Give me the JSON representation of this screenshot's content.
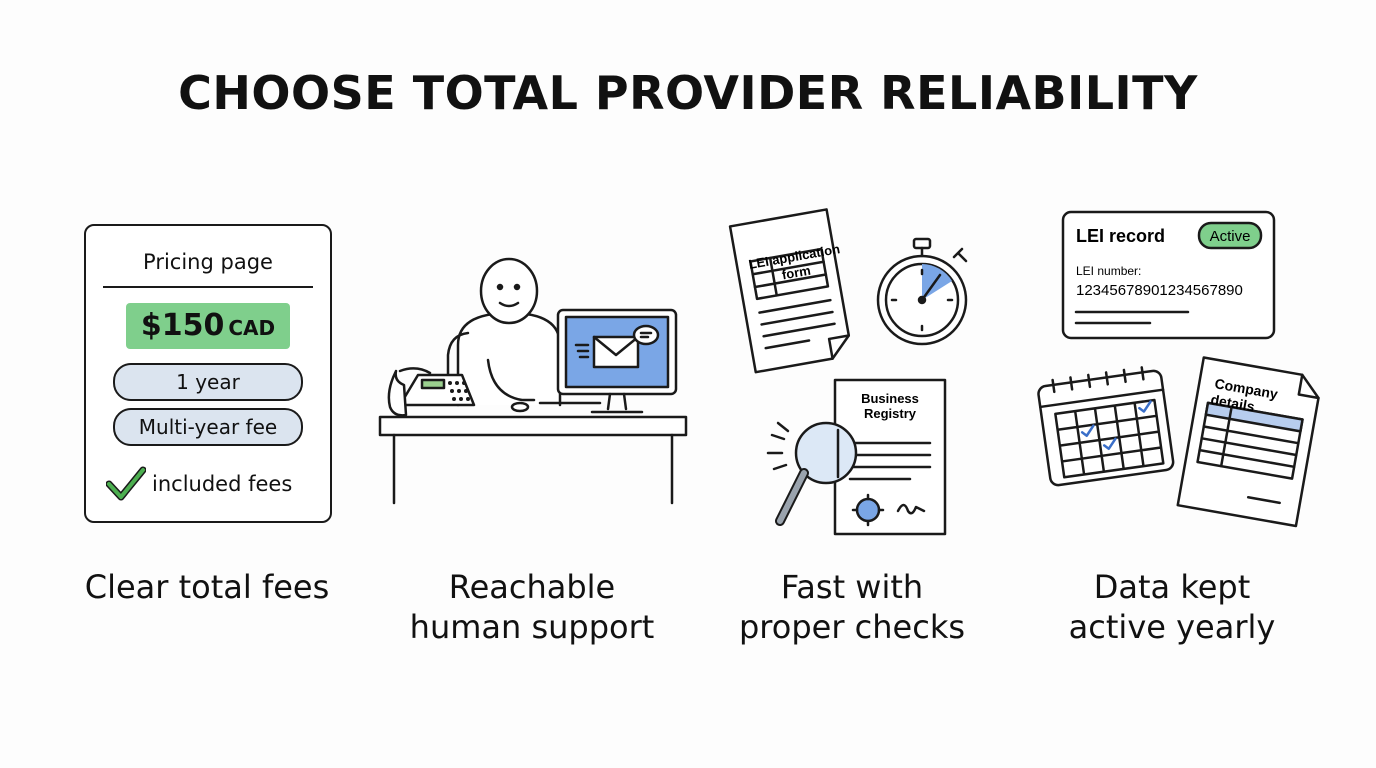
{
  "title": "CHOOSE TOTAL PROVIDER RELIABILITY",
  "panels": {
    "fees": {
      "card_heading": "Pricing page",
      "price": "$150",
      "currency": "CAD",
      "option_one": "1 year",
      "option_two": "Multi-year fee",
      "included": "included fees",
      "caption": [
        "Clear total fees"
      ]
    },
    "support": {
      "caption": [
        "Reachable",
        "human support"
      ]
    },
    "checks": {
      "form_title_1": "LEI application",
      "form_title_2": "form",
      "registry_1": "Business",
      "registry_2": "Registry",
      "caption": [
        "Fast with",
        "proper checks"
      ]
    },
    "data": {
      "record_title": "LEI record",
      "status": "Active",
      "number_label": "LEI number:",
      "number_value": "12345678901234567890",
      "doc_title_1": "Company",
      "doc_title_2": "details",
      "caption": [
        "Data kept",
        "active yearly"
      ]
    }
  },
  "colors": {
    "ink": "#1a1a1a",
    "accent_green": "#7fcf8c",
    "accent_blue": "#6f9fe0",
    "pill_blue": "#dbe4ef",
    "check_green": "#4caf50"
  }
}
